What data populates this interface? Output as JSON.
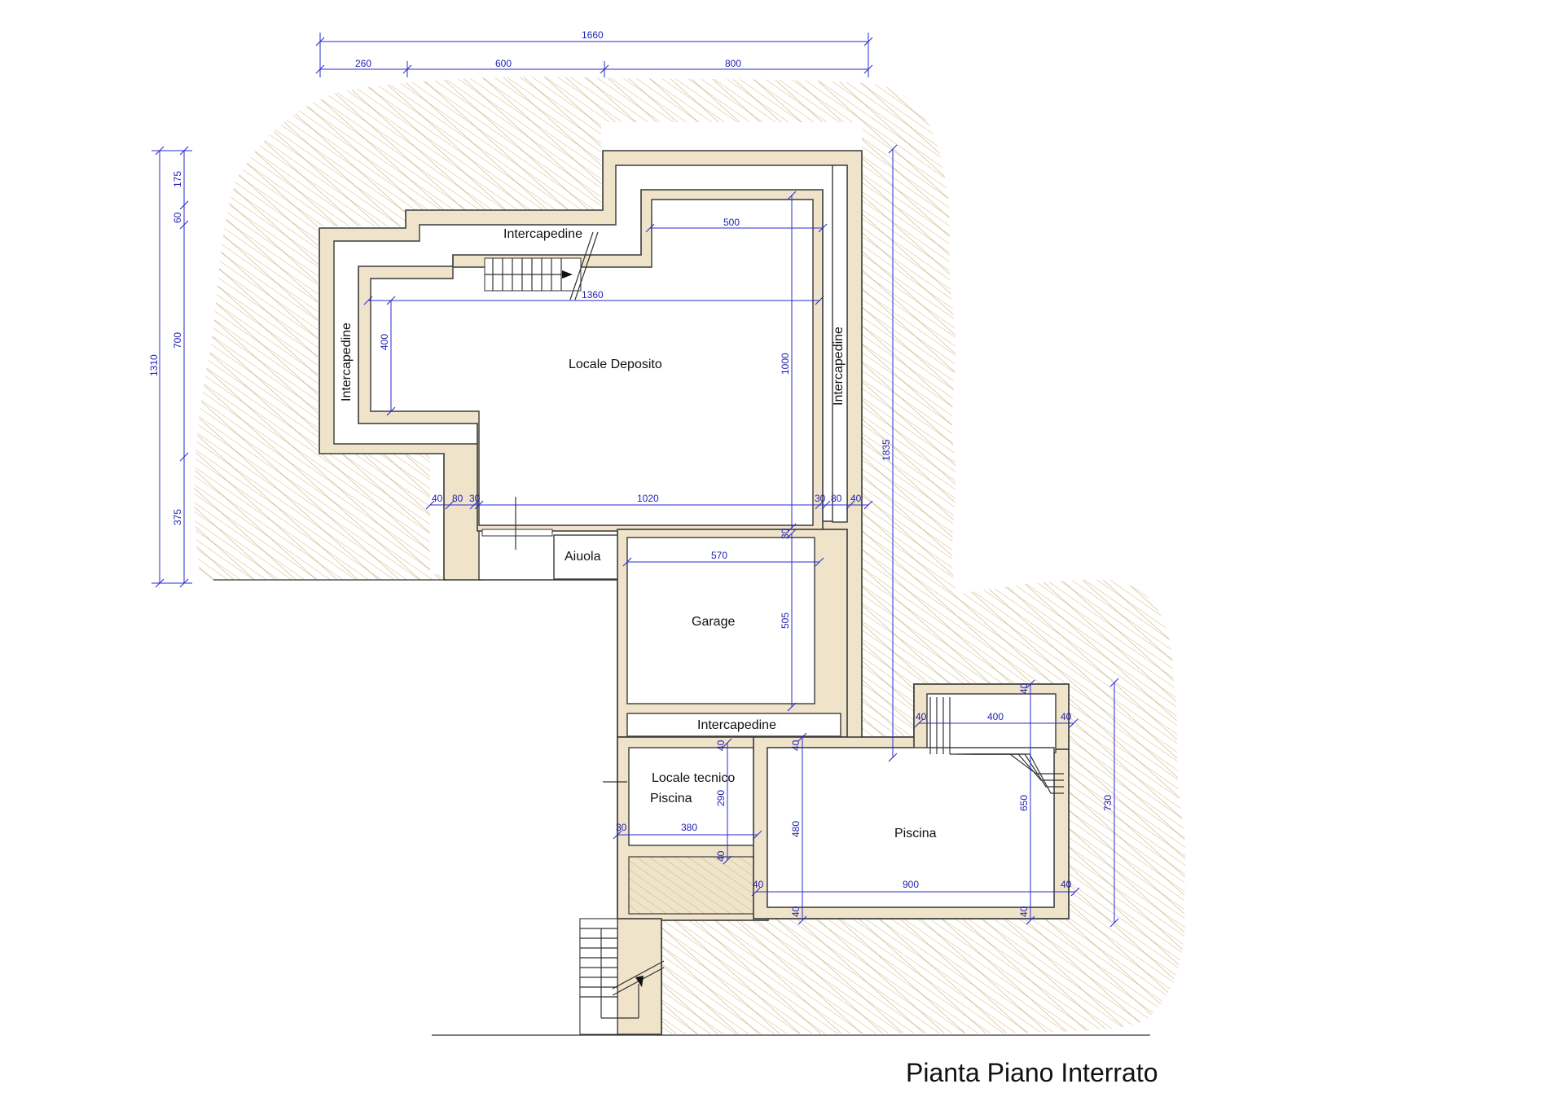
{
  "title": "Pianta Piano Interrato",
  "rooms": {
    "intercapedine_top": "Intercapedine",
    "intercapedine_left": "Intercapedine",
    "intercapedine_right": "Intercapedine",
    "intercapedine_bottom": "Intercapedine",
    "locale_deposito": "Locale Deposito",
    "aiuola": "Aiuola",
    "garage": "Garage",
    "locale_tecnico_line1": "Locale tecnico",
    "locale_tecnico_line2": "Piscina",
    "piscina": "Piscina"
  },
  "dimensions": {
    "top_total": "1660",
    "top_a": "260",
    "top_b": "600",
    "top_c": "800",
    "left_total": "1310",
    "left_a": "175",
    "left_b": "60",
    "left_c": "700",
    "left_d": "375",
    "deposito_top": "500",
    "deposito_width": "1360",
    "deposito_left_h": "400",
    "deposito_h": "1000",
    "right_total": "1835",
    "bottom_40a": "40",
    "bottom_80a": "80",
    "bottom_30a": "30",
    "bottom_1020": "1020",
    "bottom_30b": "30",
    "bottom_80b": "80",
    "bottom_40b": "40",
    "garage_30": "30",
    "garage_w": "570",
    "garage_h": "505",
    "tec_40a": "40",
    "tec_40b": "40",
    "tec_290": "290",
    "tec_30": "30",
    "tec_380": "380",
    "tec_40c": "40",
    "pool_40a": "40",
    "pool_400": "400",
    "pool_40b": "40",
    "pool_40c": "40",
    "pool_650": "650",
    "pool_480": "480",
    "pool_730": "730",
    "pool_40d": "40",
    "pool_900": "900",
    "pool_40e": "40",
    "pool_40f": "40",
    "pool_40g": "40"
  },
  "colors": {
    "wall_fill": "#efe4c9",
    "hatch": "#c9a566",
    "dimension": "#2b2bd0"
  }
}
